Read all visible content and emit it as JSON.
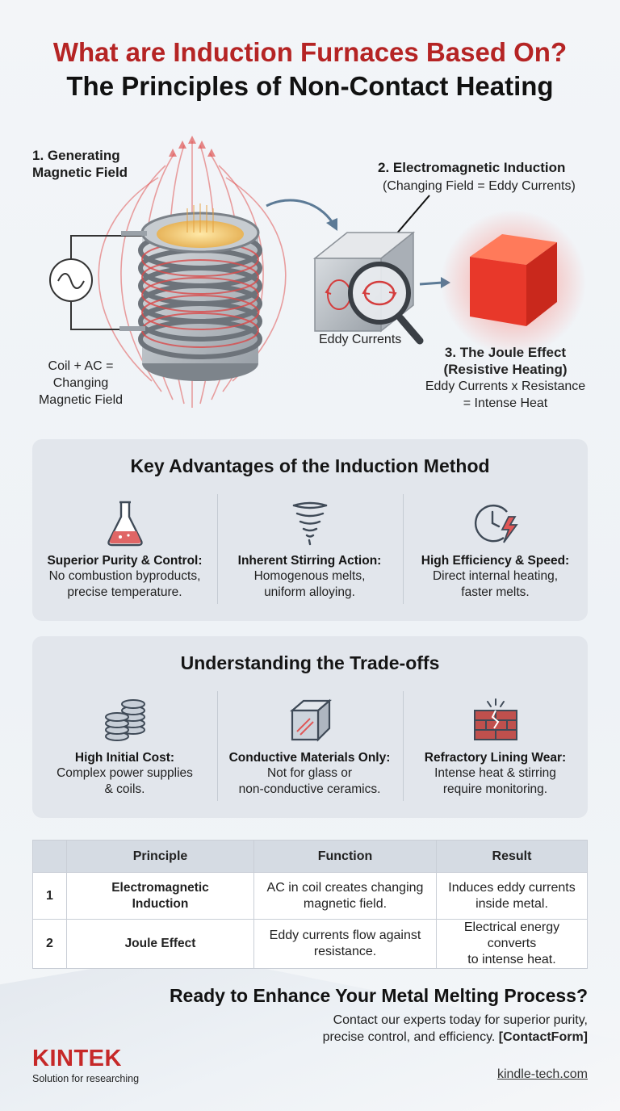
{
  "title": {
    "line1": "What are Induction Furnaces Based On?",
    "line2": "The Principles of Non-Contact Heating"
  },
  "diagram": {
    "step1": {
      "line1": "1. Generating",
      "line2": "Magnetic Field"
    },
    "coil_note": {
      "line1": "Coil + AC =",
      "line2": "Changing",
      "line3": "Magnetic Field"
    },
    "step2": {
      "title": "2. Electromagnetic Induction",
      "sub": "(Changing Field = Eddy Currents)"
    },
    "eddy_label": "Eddy Currents",
    "step3": {
      "line1": "3. The Joule Effect",
      "line2": "(Resistive Heating)",
      "line3": "Eddy Currents x Resistance",
      "line4": "= Intense Heat"
    },
    "icons": [
      "ac-source-icon",
      "induction-coil-icon",
      "metal-cube-icon",
      "magnifier-icon",
      "hot-cube-icon"
    ],
    "colors": {
      "field_lines": "#e05656",
      "heat": "#e8382a",
      "coil": "#8a9096"
    }
  },
  "advantages": {
    "title": "Key Advantages of the Induction Method",
    "items": [
      {
        "icon": "flask-icon",
        "title": "Superior Purity & Control:",
        "line1": "No combustion byproducts,",
        "line2": "precise temperature."
      },
      {
        "icon": "tornado-icon",
        "title": "Inherent Stirring Action:",
        "line1": "Homogenous melts,",
        "line2": "uniform alloying."
      },
      {
        "icon": "clock-lightning-icon",
        "title": "High Efficiency & Speed:",
        "line1": "Direct internal heating,",
        "line2": "faster melts."
      }
    ]
  },
  "tradeoffs": {
    "title": "Understanding the Trade-offs",
    "items": [
      {
        "icon": "coins-icon",
        "title": "High Initial Cost:",
        "line1": "Complex power supplies",
        "line2": "& coils."
      },
      {
        "icon": "glass-block-icon",
        "title": "Conductive Materials Only:",
        "line1": "Not for glass or",
        "line2": "non-conductive ceramics."
      },
      {
        "icon": "cracked-brick-icon",
        "title": "Refractory Lining Wear:",
        "line1": "Intense heat & stirring",
        "line2": "require monitoring."
      }
    ]
  },
  "table": {
    "headers": [
      "",
      "Principle",
      "Function",
      "Result"
    ],
    "rows": [
      {
        "num": "1",
        "principle_1": "Electromagnetic",
        "principle_2": "Induction",
        "function_1": "AC in coil creates changing",
        "function_2": "magnetic field.",
        "result_1": "Induces eddy currents",
        "result_2": "inside metal."
      },
      {
        "num": "2",
        "principle_1": "Joule Effect",
        "principle_2": "",
        "function_1": "Eddy currents flow against",
        "function_2": "resistance.",
        "result_1": "Electrical energy converts",
        "result_2": "to intense heat."
      }
    ]
  },
  "cta": {
    "heading": "Ready to Enhance Your Metal Melting Process?",
    "line1": "Contact our experts today for superior purity,",
    "line2": "precise control, and efficiency.",
    "link": "[ContactForm]"
  },
  "brand": {
    "name": "KINTEK",
    "tagline": "Solution for researching",
    "color": "#c62828"
  },
  "site": "kindle-tech.com"
}
